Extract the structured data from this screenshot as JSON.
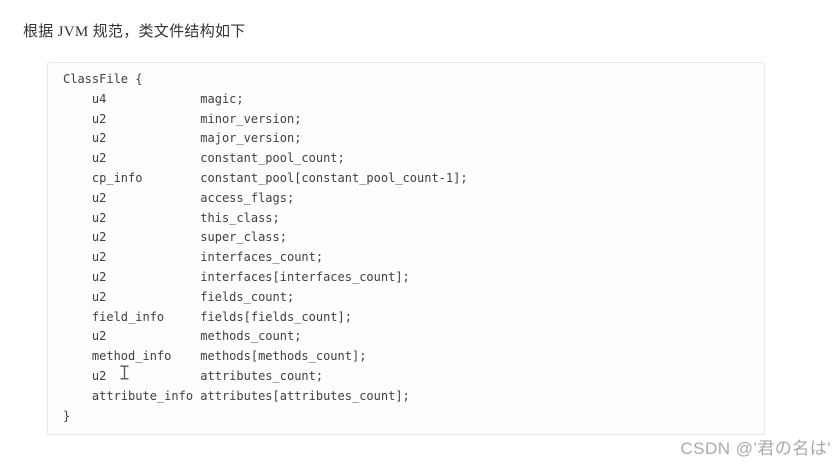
{
  "page": {
    "title_text": "根据 JVM 规范，类文件结构如下",
    "watermark_text": "CSDN @'君の名は'",
    "background_color": "#ffffff"
  },
  "code_block": {
    "background_color": "#fdfdfd",
    "border_color": "#eaeaea",
    "text_color": "#404040",
    "lines": [
      "ClassFile {",
      "    u4             magic;",
      "    u2             minor_version;",
      "    u2             major_version;",
      "    u2             constant_pool_count;",
      "    cp_info        constant_pool[constant_pool_count-1];",
      "    u2             access_flags;",
      "    u2             this_class;",
      "    u2             super_class;",
      "    u2             interfaces_count;",
      "    u2             interfaces[interfaces_count];",
      "    u2             fields_count;",
      "    field_info     fields[fields_count];",
      "    u2             methods_count;",
      "    method_info    methods[methods_count];",
      "    u2             attributes_count;",
      "    attribute_info attributes[attributes_count];",
      "}"
    ]
  },
  "icons": {
    "text_cursor": "i-beam-text-cursor",
    "cursor_color": "#555555"
  },
  "watermark": {
    "text_color": "#a9a9a9"
  }
}
